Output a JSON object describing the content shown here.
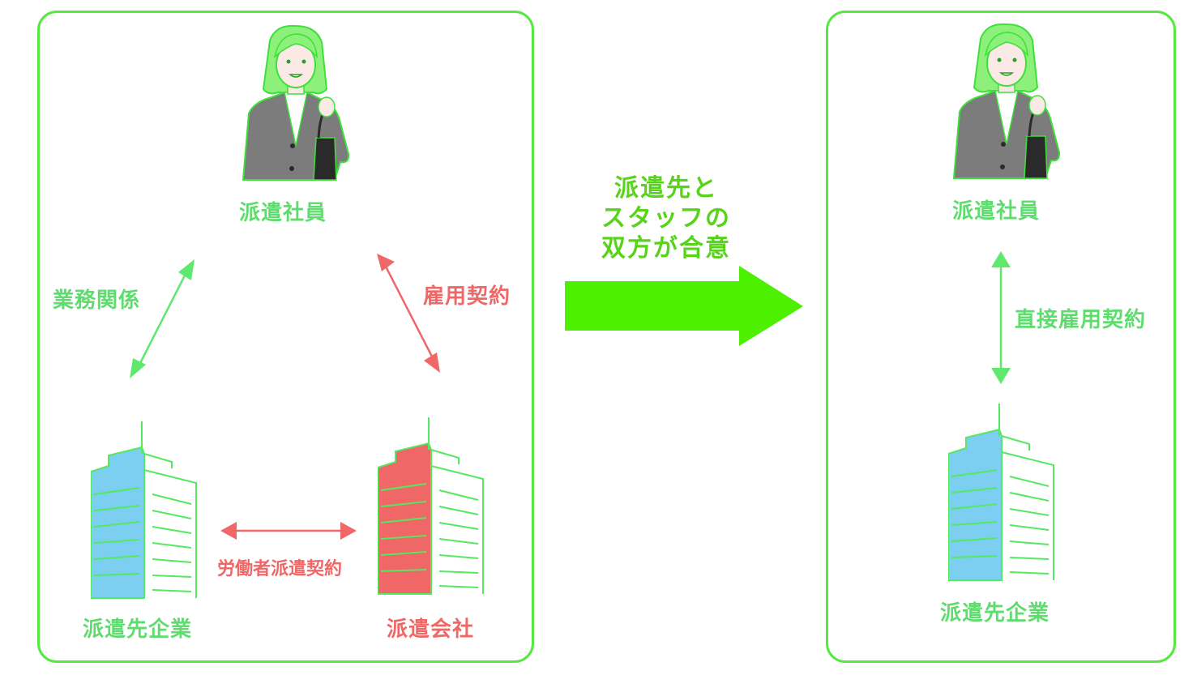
{
  "left_panel": {
    "staff_label": "派遣社員",
    "business_relation_label": "業務関係",
    "employment_contract_label": "雇用契約",
    "dispatch_contract_label": "労働者派遣契約",
    "client_company_label": "派遣先企業",
    "agency_label": "派遣会社"
  },
  "transition": {
    "lines": [
      "派遣先と",
      "スタッフの",
      "双方が合意"
    ]
  },
  "right_panel": {
    "staff_label": "派遣社員",
    "direct_contract_label": "直接雇用契約",
    "client_company_label": "派遣先企業"
  },
  "colors": {
    "green": "#5fdc6e",
    "border": "#55e840",
    "red": "#ef6767",
    "blue": "#7ccff0",
    "arrow": "#4cf000"
  }
}
